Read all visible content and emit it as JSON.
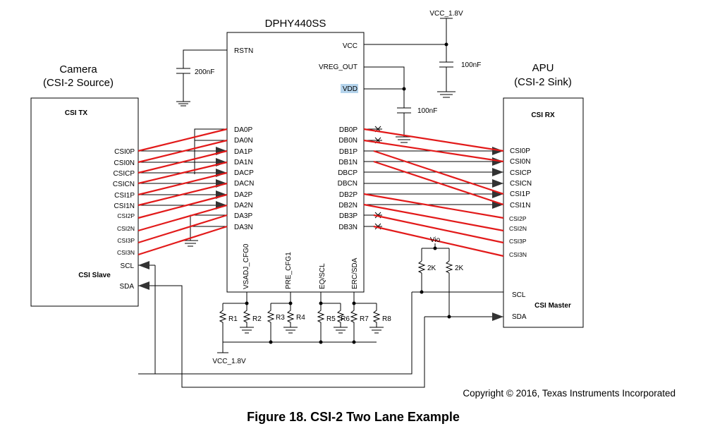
{
  "figure_caption": "Figure 18.  CSI-2 Two Lane Example",
  "copyright": "Copyright © 2016, Texas Instruments Incorporated",
  "chip": {
    "name": "DPHY440SS",
    "left_pins": [
      "RSTN",
      "DA0P",
      "DA0N",
      "DA1P",
      "DA1N",
      "DACP",
      "DACN",
      "DA2P",
      "DA2N",
      "DA3P",
      "DA3N"
    ],
    "right_pins": [
      "VCC",
      "VREG_OUT",
      "VDD",
      "DB0P",
      "DB0N",
      "DB1P",
      "DB1N",
      "DBCP",
      "DBCN",
      "DB2P",
      "DB2N",
      "DB3P",
      "DB3N"
    ],
    "bottom_pins": [
      "VSADJ_CFG0",
      "PRE_CFG1",
      "EQ/SCL",
      "ERC/SDA"
    ]
  },
  "camera": {
    "title": "Camera",
    "subtitle": "(CSI-2 Source)",
    "block_label": "CSI TX",
    "pins": [
      "CSI0P",
      "CSI0N",
      "CSICP",
      "CSICN",
      "CSI1P",
      "CSI1N",
      "CSI2P",
      "CSI2N",
      "CSI3P",
      "CSI3N"
    ],
    "role": "CSI Slave",
    "scl": "SCL",
    "sda": "SDA"
  },
  "apu": {
    "title": "APU",
    "subtitle": "(CSI-2 Sink)",
    "block_label": "CSI RX",
    "pins": [
      "CSI0P",
      "CSI0N",
      "CSICP",
      "CSICN",
      "CSI1P",
      "CSI1N",
      "CSI2P",
      "CSI2N",
      "CSI3P",
      "CSI3N"
    ],
    "role": "CSI Master",
    "scl": "SCL",
    "sda": "SDA"
  },
  "power": {
    "vcc_top": "VCC_1.8V",
    "vcc_bottom": "VCC_1.8V",
    "vio": "Vio"
  },
  "components": {
    "cap_rstn": "200nF",
    "cap_vcc": "100nF",
    "cap_vdd": "100nF",
    "pullup_scl": "2K",
    "pullup_sda": "2K",
    "resistors": [
      "R1",
      "R2",
      "R3",
      "R4",
      "R5",
      "R6",
      "R7",
      "R8"
    ]
  },
  "colors": {
    "wire": "#000000",
    "red_overlay": "#e21a1a",
    "vdd_highlight": "#b5d4ec"
  }
}
